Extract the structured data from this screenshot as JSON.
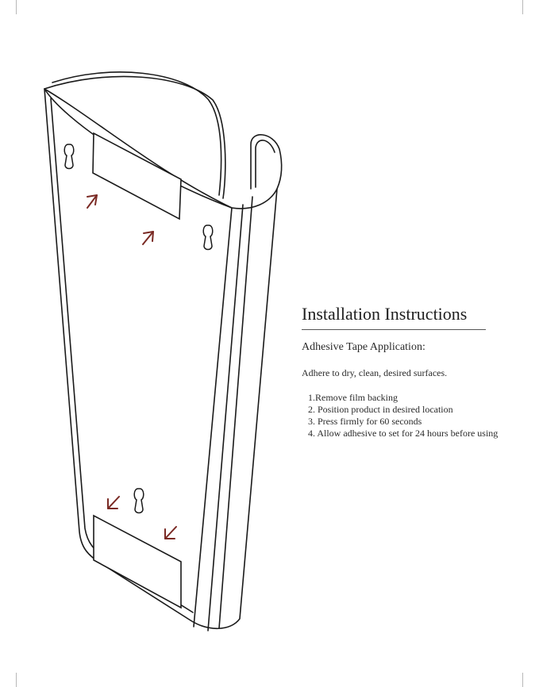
{
  "instructions": {
    "title": "Installation Instructions",
    "subtitle": "Adhesive Tape Application:",
    "intro": "Adhere to dry, clean, desired surfaces.",
    "steps": [
      "1.Remove film backing",
      "2. Position product in desired location",
      "3. Press firmly for 60 seconds",
      "4. Allow adhesive to set for 24 hours before using"
    ]
  },
  "colors": {
    "line": "#1a1a1a",
    "arrow": "#7a2a24",
    "text": "#2b2b2b"
  },
  "icons": [
    "keyhole-icon",
    "arrow-icon"
  ]
}
